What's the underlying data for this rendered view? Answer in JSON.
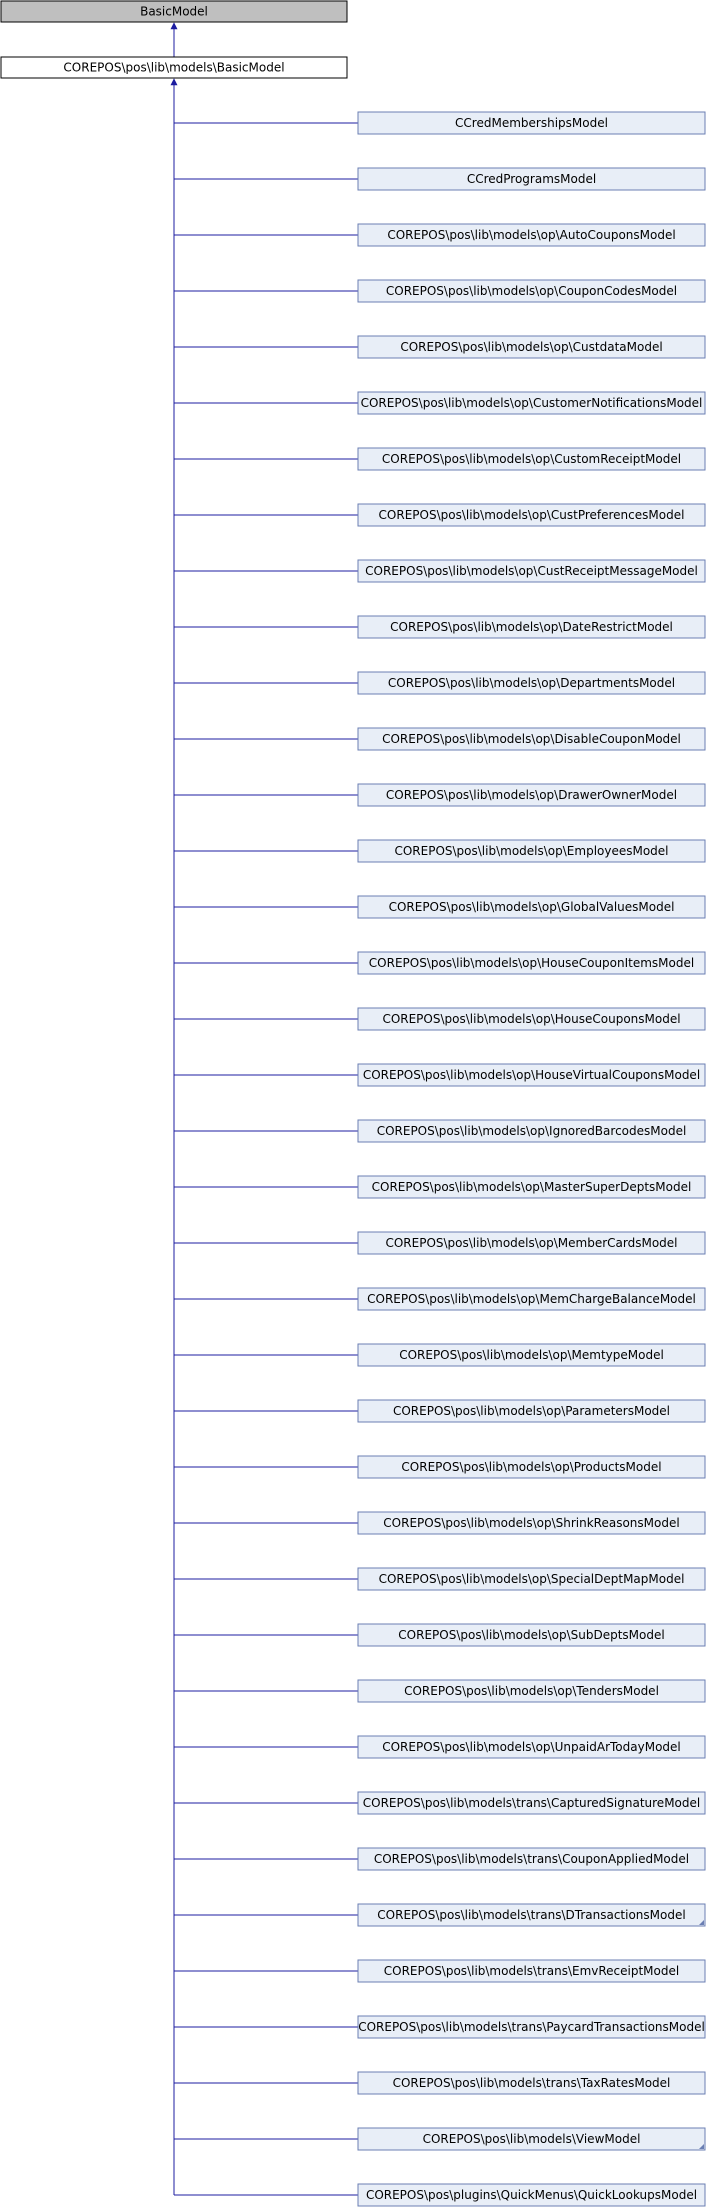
{
  "diagram": {
    "root": "BasicModel",
    "parent": "COREPOS\\pos\\lib\\models\\BasicModel",
    "children": [
      "CCredMembershipsModel",
      "CCredProgramsModel",
      "COREPOS\\pos\\lib\\models\\op\\AutoCouponsModel",
      "COREPOS\\pos\\lib\\models\\op\\CouponCodesModel",
      "COREPOS\\pos\\lib\\models\\op\\CustdataModel",
      "COREPOS\\pos\\lib\\models\\op\\CustomerNotificationsModel",
      "COREPOS\\pos\\lib\\models\\op\\CustomReceiptModel",
      "COREPOS\\pos\\lib\\models\\op\\CustPreferencesModel",
      "COREPOS\\pos\\lib\\models\\op\\CustReceiptMessageModel",
      "COREPOS\\pos\\lib\\models\\op\\DateRestrictModel",
      "COREPOS\\pos\\lib\\models\\op\\DepartmentsModel",
      "COREPOS\\pos\\lib\\models\\op\\DisableCouponModel",
      "COREPOS\\pos\\lib\\models\\op\\DrawerOwnerModel",
      "COREPOS\\pos\\lib\\models\\op\\EmployeesModel",
      "COREPOS\\pos\\lib\\models\\op\\GlobalValuesModel",
      "COREPOS\\pos\\lib\\models\\op\\HouseCouponItemsModel",
      "COREPOS\\pos\\lib\\models\\op\\HouseCouponsModel",
      "COREPOS\\pos\\lib\\models\\op\\HouseVirtualCouponsModel",
      "COREPOS\\pos\\lib\\models\\op\\IgnoredBarcodesModel",
      "COREPOS\\pos\\lib\\models\\op\\MasterSuperDeptsModel",
      "COREPOS\\pos\\lib\\models\\op\\MemberCardsModel",
      "COREPOS\\pos\\lib\\models\\op\\MemChargeBalanceModel",
      "COREPOS\\pos\\lib\\models\\op\\MemtypeModel",
      "COREPOS\\pos\\lib\\models\\op\\ParametersModel",
      "COREPOS\\pos\\lib\\models\\op\\ProductsModel",
      "COREPOS\\pos\\lib\\models\\op\\ShrinkReasonsModel",
      "COREPOS\\pos\\lib\\models\\op\\SpecialDeptMapModel",
      "COREPOS\\pos\\lib\\models\\op\\SubDeptsModel",
      "COREPOS\\pos\\lib\\models\\op\\TendersModel",
      "COREPOS\\pos\\lib\\models\\op\\UnpaidArTodayModel",
      "COREPOS\\pos\\lib\\models\\trans\\CapturedSignatureModel",
      "COREPOS\\pos\\lib\\models\\trans\\CouponAppliedModel",
      "COREPOS\\pos\\lib\\models\\trans\\DTransactionsModel",
      "COREPOS\\pos\\lib\\models\\trans\\EmvReceiptModel",
      "COREPOS\\pos\\lib\\models\\trans\\PaycardTransactionsModel",
      "COREPOS\\pos\\lib\\models\\trans\\TaxRatesModel",
      "COREPOS\\pos\\lib\\models\\ViewModel",
      "COREPOS\\pos\\plugins\\QuickMenus\\QuickLookupsModel"
    ],
    "has_more_children": [
      "COREPOS\\pos\\lib\\models\\trans\\DTransactionsModel",
      "COREPOS\\pos\\lib\\models\\ViewModel"
    ],
    "colors": {
      "root_fill": "#bfbfbf",
      "parent_fill": "#ffffff",
      "child_fill": "#e8eef7",
      "child_border": "#6b7fb3",
      "node_border": "#000000",
      "edge": "#1c1ca0",
      "corner_mark": "#6b7fb3"
    }
  }
}
